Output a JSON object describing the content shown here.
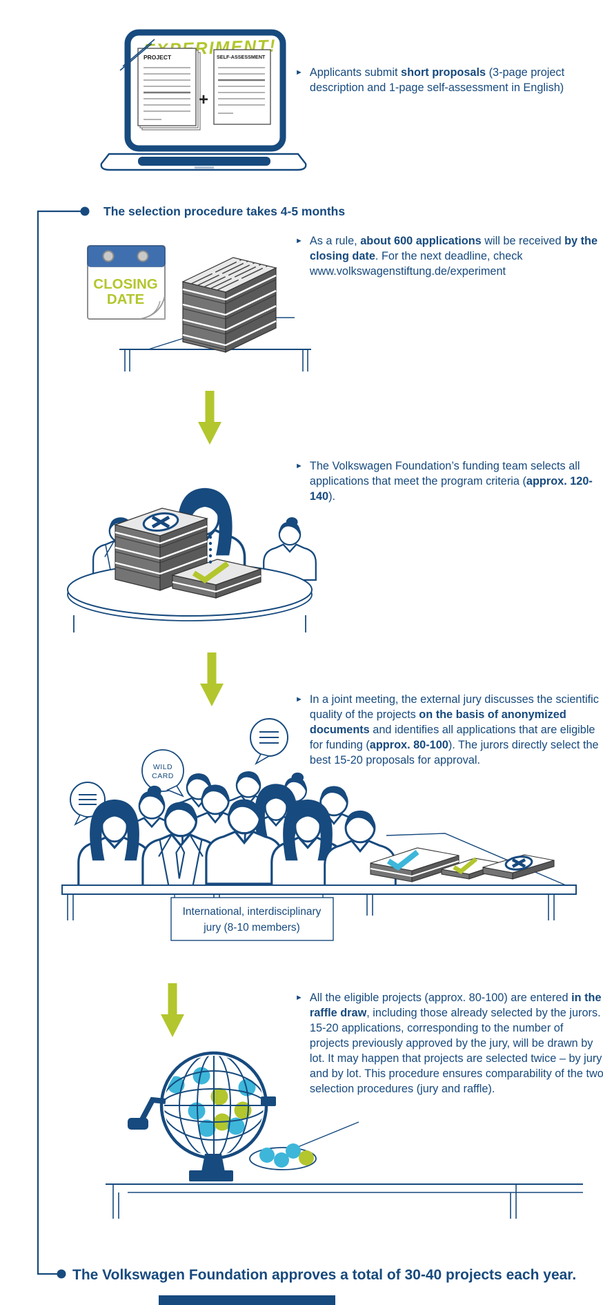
{
  "colors": {
    "navy": "#174a7e",
    "green": "#b3c62d",
    "cyan": "#3db6da",
    "stack_front": "#747474",
    "stack_side": "#5a5a5a",
    "stack_top": "#e8e8e8",
    "calendar_header_blue": "#3f6fae"
  },
  "bullet_glyph": "►",
  "laptop": {
    "screen_title": "EXPERIMENT!",
    "project_label": "PROJECT",
    "self_assessment_label": "SELF-ASSESSMENT",
    "plus_sign": "+"
  },
  "calendar": {
    "line1": "CLOSING",
    "line2": "DATE"
  },
  "wild_card": {
    "line1": "WILD",
    "line2": "CARD"
  },
  "jury_caption": {
    "line1": "International, interdisciplinary",
    "line2": "jury (8-10 members)"
  },
  "timeline": {
    "duration_note": "The selection procedure takes 4-5 months",
    "final_note": "The Volkswagen Foundation approves a total of 30-40 projects each year."
  },
  "steps": [
    {
      "id": "submission",
      "rich": [
        {
          "t": "Applicants submit "
        },
        {
          "t": "short proposals",
          "b": true
        },
        {
          "t": " (3-page project description and 1-page self-assessment in English)"
        }
      ]
    },
    {
      "id": "closing-date",
      "rich": [
        {
          "t": "As a rule, "
        },
        {
          "t": "about 600 applications",
          "b": true
        },
        {
          "t": " will be received "
        },
        {
          "t": "by the closing date",
          "b": true
        },
        {
          "t": ". For the next deadline, check www.volkswagenstiftung.de/experiment"
        }
      ]
    },
    {
      "id": "funding-team",
      "rich": [
        {
          "t": "The Volkswagen Foundation’s funding team selects all applications that meet the program criteria ("
        },
        {
          "t": "approx. 120-140",
          "b": true
        },
        {
          "t": ")."
        }
      ]
    },
    {
      "id": "jury",
      "rich": [
        {
          "t": "In a joint meeting, the external jury discusses the scientific quality of the projects "
        },
        {
          "t": "on the basis of anonymized documents",
          "b": true
        },
        {
          "t": " and identifies all applications that are eligible for funding ("
        },
        {
          "t": "approx. 80-100",
          "b": true
        },
        {
          "t": "). The jurors directly select the best 15-20 proposals for approval."
        }
      ]
    },
    {
      "id": "raffle",
      "rich": [
        {
          "t": "All the eligible projects (approx. 80-100) are entered "
        },
        {
          "t": "in the raffle draw",
          "b": true
        },
        {
          "t": ", including those already selected by the jurors. 15-20 applications, corresponding to the number of projects previously approved by the jury, will be drawn by lot. It may happen that projects are selected twice – by jury and by lot. This procedure ensures comparability of the two selection procedures (jury and raffle)."
        }
      ]
    }
  ]
}
